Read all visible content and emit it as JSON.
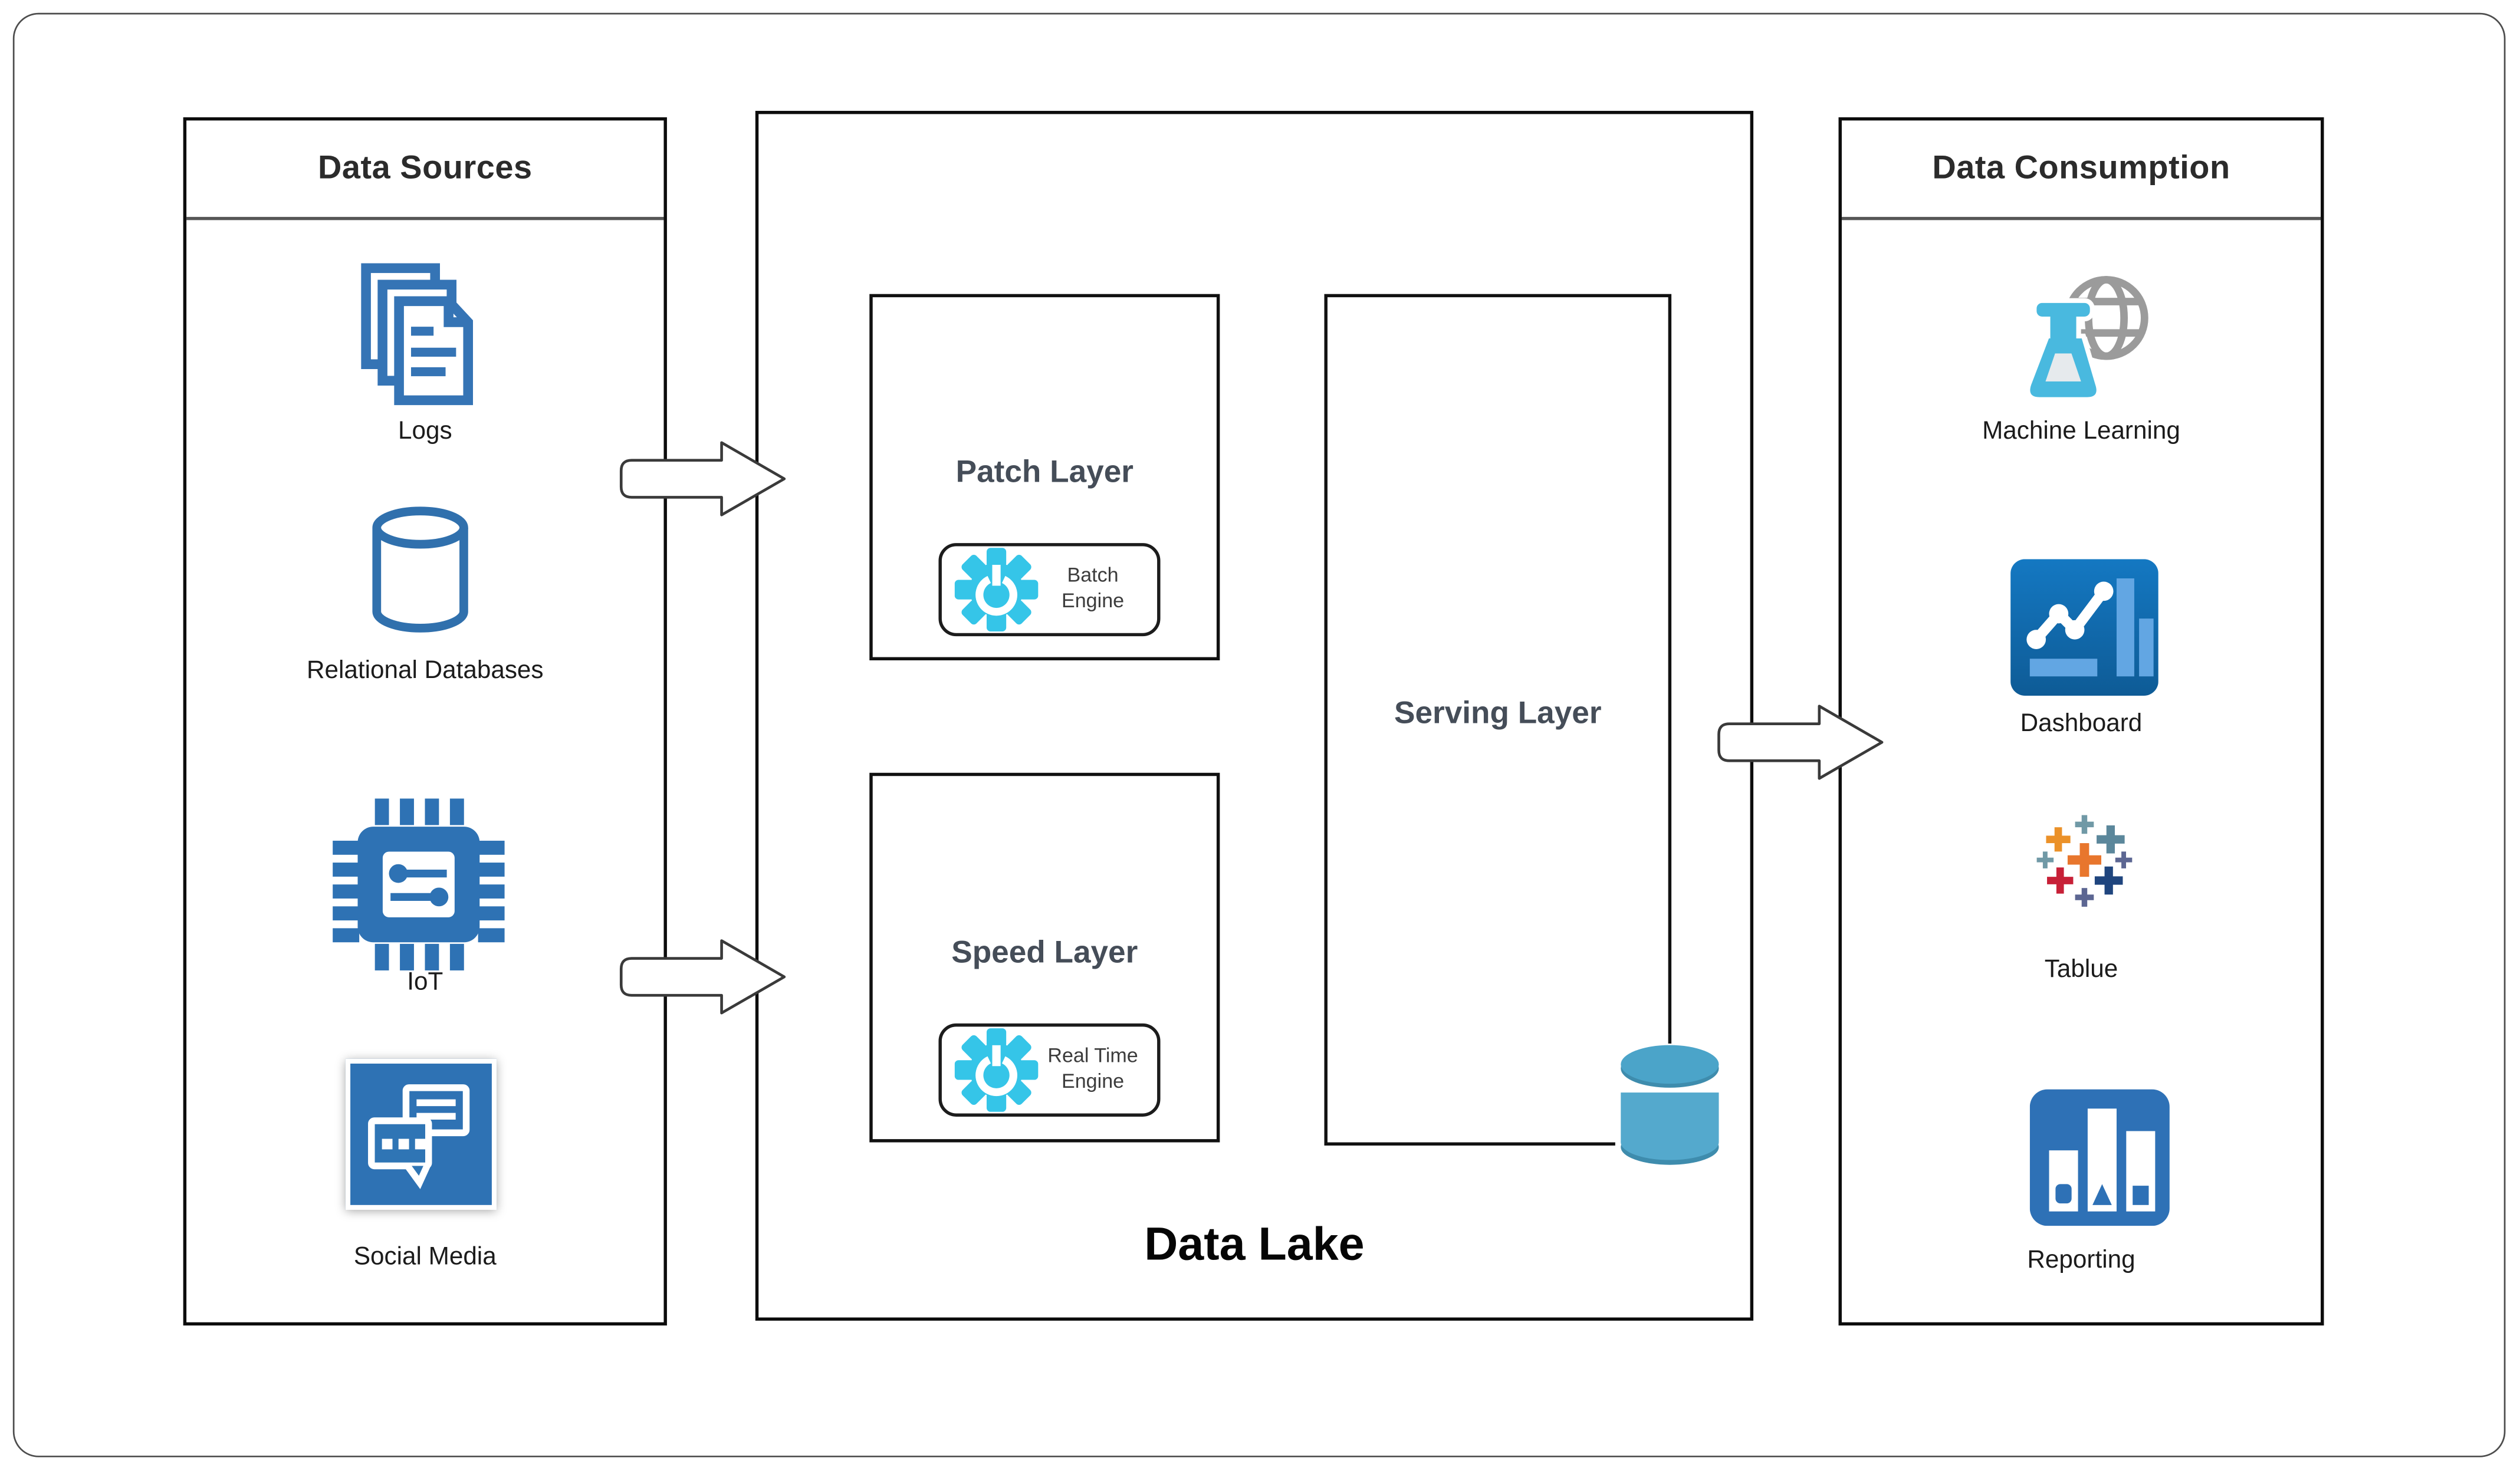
{
  "colors": {
    "icon-blue": "#2E72B4",
    "outline-blue": "#3273B2",
    "cyan": "#35C5E8",
    "cyl-top": "#4BA4C9",
    "cyl-body": "#54A9CD",
    "cyl-rim": "#3E8CAD",
    "flask-cyan": "#49B9DF",
    "globe-gray": "#9B9B9B",
    "dash-blue-dark": "#0E5B96",
    "dash-blue": "#1478C2",
    "dash-bar": "#62A6E3",
    "report-blue": "#2E71B6"
  },
  "sources": {
    "title": "Data Sources",
    "items": [
      {
        "label": "Logs"
      },
      {
        "label": "Relational Databases"
      },
      {
        "label": "IoT"
      },
      {
        "label": "Social Media"
      }
    ]
  },
  "lake": {
    "title": "Data Lake",
    "patch": {
      "title": "Patch Layer",
      "engine": "Batch Engine"
    },
    "speed": {
      "title": "Speed Layer",
      "engine": "Real Time Engine"
    },
    "serving": {
      "title": "Serving Layer"
    }
  },
  "consumption": {
    "title": "Data Consumption",
    "items": [
      {
        "label": "Machine Learning"
      },
      {
        "label": "Dashboard"
      },
      {
        "label": "Tablue"
      },
      {
        "label": "Reporting"
      }
    ]
  }
}
